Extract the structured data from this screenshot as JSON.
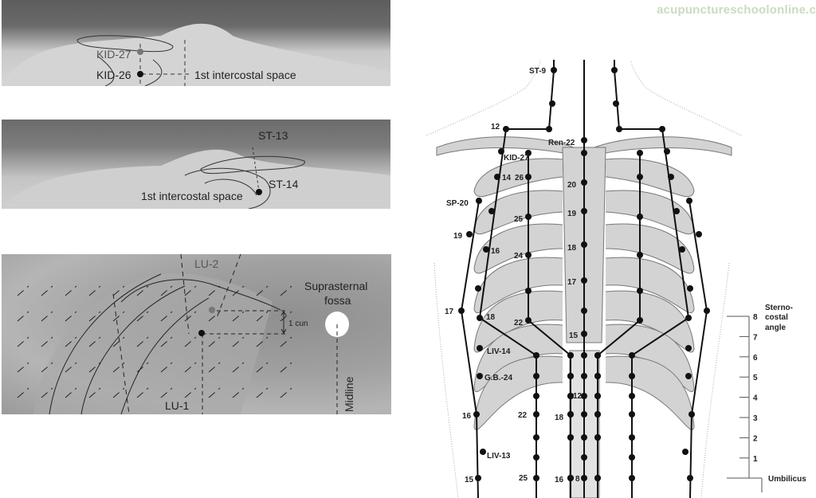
{
  "watermark": "acupunctureschoolonline.com",
  "panel_top": {
    "labels": {
      "kid27": "KID-27",
      "kid26": "KID-26",
      "space": "1st intercostal space"
    }
  },
  "panel_middle": {
    "labels": {
      "st13": "ST-13",
      "st14": "ST-14",
      "space": "1st intercostal space"
    }
  },
  "panel_bottom": {
    "labels": {
      "lu2": "LU-2",
      "lu1": "LU-1",
      "fossa_1": "Suprasternal",
      "fossa_2": "fossa",
      "cun": "1 cun",
      "midline": "Midline"
    }
  },
  "diagram": {
    "point_labels": [
      "ST-9",
      "12",
      "Ren-22",
      "KID-27",
      "14",
      "26",
      "20",
      "SP-20",
      "25",
      "19",
      "19",
      "16",
      "24",
      "18",
      "17",
      "17",
      "18",
      "22",
      "15",
      "LIV-14",
      "G.B.-24",
      "12",
      "16",
      "22",
      "18",
      "LIV-13",
      "15",
      "25",
      "16",
      "8"
    ],
    "scale": {
      "ticks": [
        "8",
        "7",
        "6",
        "5",
        "4",
        "3",
        "2",
        "1"
      ],
      "top_label_1": "Sterno-",
      "top_label_2": "costal",
      "top_label_3": "angle",
      "bottom_label": "Umbilicus"
    }
  }
}
